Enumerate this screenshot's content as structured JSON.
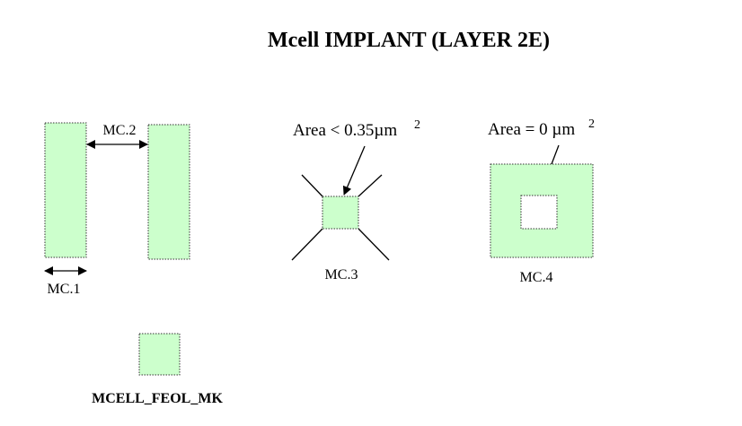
{
  "title": "Mcell IMPLANT (LAYER 2E)",
  "colors": {
    "implant_fill": "#ccffcc",
    "hole_fill": "#ffffff"
  },
  "rules": {
    "mc1": {
      "label": "MC.1"
    },
    "mc2": {
      "label": "MC.2"
    },
    "mc3": {
      "label": "MC.3",
      "annotation": "Area < 0.35µm",
      "annotation_sup": "2"
    },
    "mc4": {
      "label": "MC.4",
      "annotation": "Area = 0 µm",
      "annotation_sup": "2"
    }
  },
  "legend": {
    "label": "MCELL_FEOL_MK"
  }
}
